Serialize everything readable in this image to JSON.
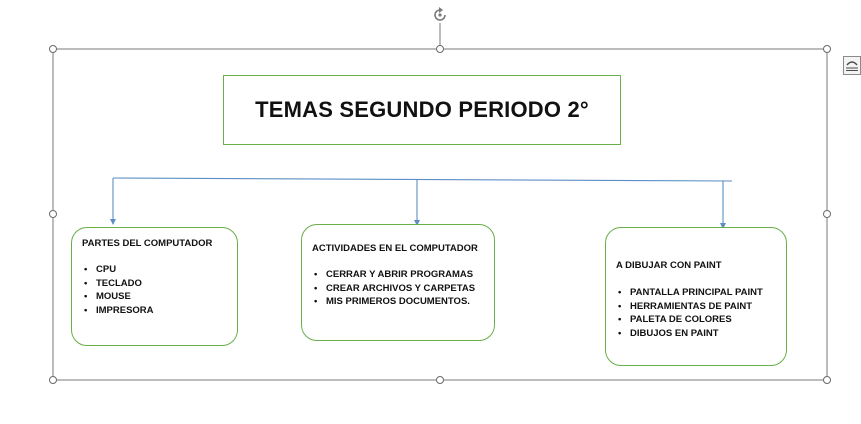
{
  "diagram": {
    "title": "TEMAS SEGUNDO PERIODO 2°",
    "nodes": [
      {
        "title": "PARTES DEL COMPUTADOR",
        "items": [
          "CPU",
          "TECLADO",
          "MOUSE",
          "IMPRESORA"
        ]
      },
      {
        "title": "ACTIVIDADES EN EL COMPUTADOR",
        "items": [
          "CERRAR Y ABRIR PROGRAMAS",
          "CREAR ARCHIVOS Y CARPETAS",
          "MIS PRIMEROS DOCUMENTOS."
        ]
      },
      {
        "title": "A DIBUJAR CON PAINT",
        "items": [
          "PANTALLA PRINCIPAL PAINT",
          "HERRAMIENTAS DE PAINT",
          "PALETA DE COLORES",
          "DIBUJOS EN PAINT"
        ]
      }
    ]
  },
  "colors": {
    "box_border": "#6aae4a",
    "connector": "#5b8fc4",
    "selection": "#7a7a7a"
  },
  "icons": {
    "rotate": "rotate-handle-icon",
    "layout": "layout-options-icon"
  }
}
